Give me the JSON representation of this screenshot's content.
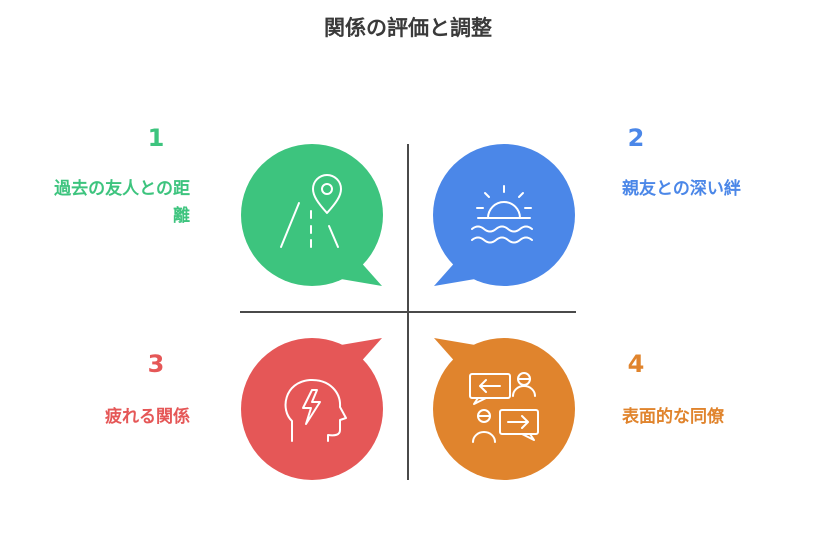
{
  "title": "関係の評価と調整",
  "quadrants": [
    {
      "number": "1",
      "label": "過去の友人との距離",
      "color": "#3dc47e",
      "icon": "road-location-pin-icon"
    },
    {
      "number": "2",
      "label": "親友との深い絆",
      "color": "#4b87e8",
      "icon": "sunset-over-water-icon"
    },
    {
      "number": "3",
      "label": "疲れる関係",
      "color": "#e55757",
      "icon": "head-lightning-icon"
    },
    {
      "number": "4",
      "label": "表面的な同僚",
      "color": "#e0842d",
      "icon": "people-exchange-icon"
    }
  ]
}
